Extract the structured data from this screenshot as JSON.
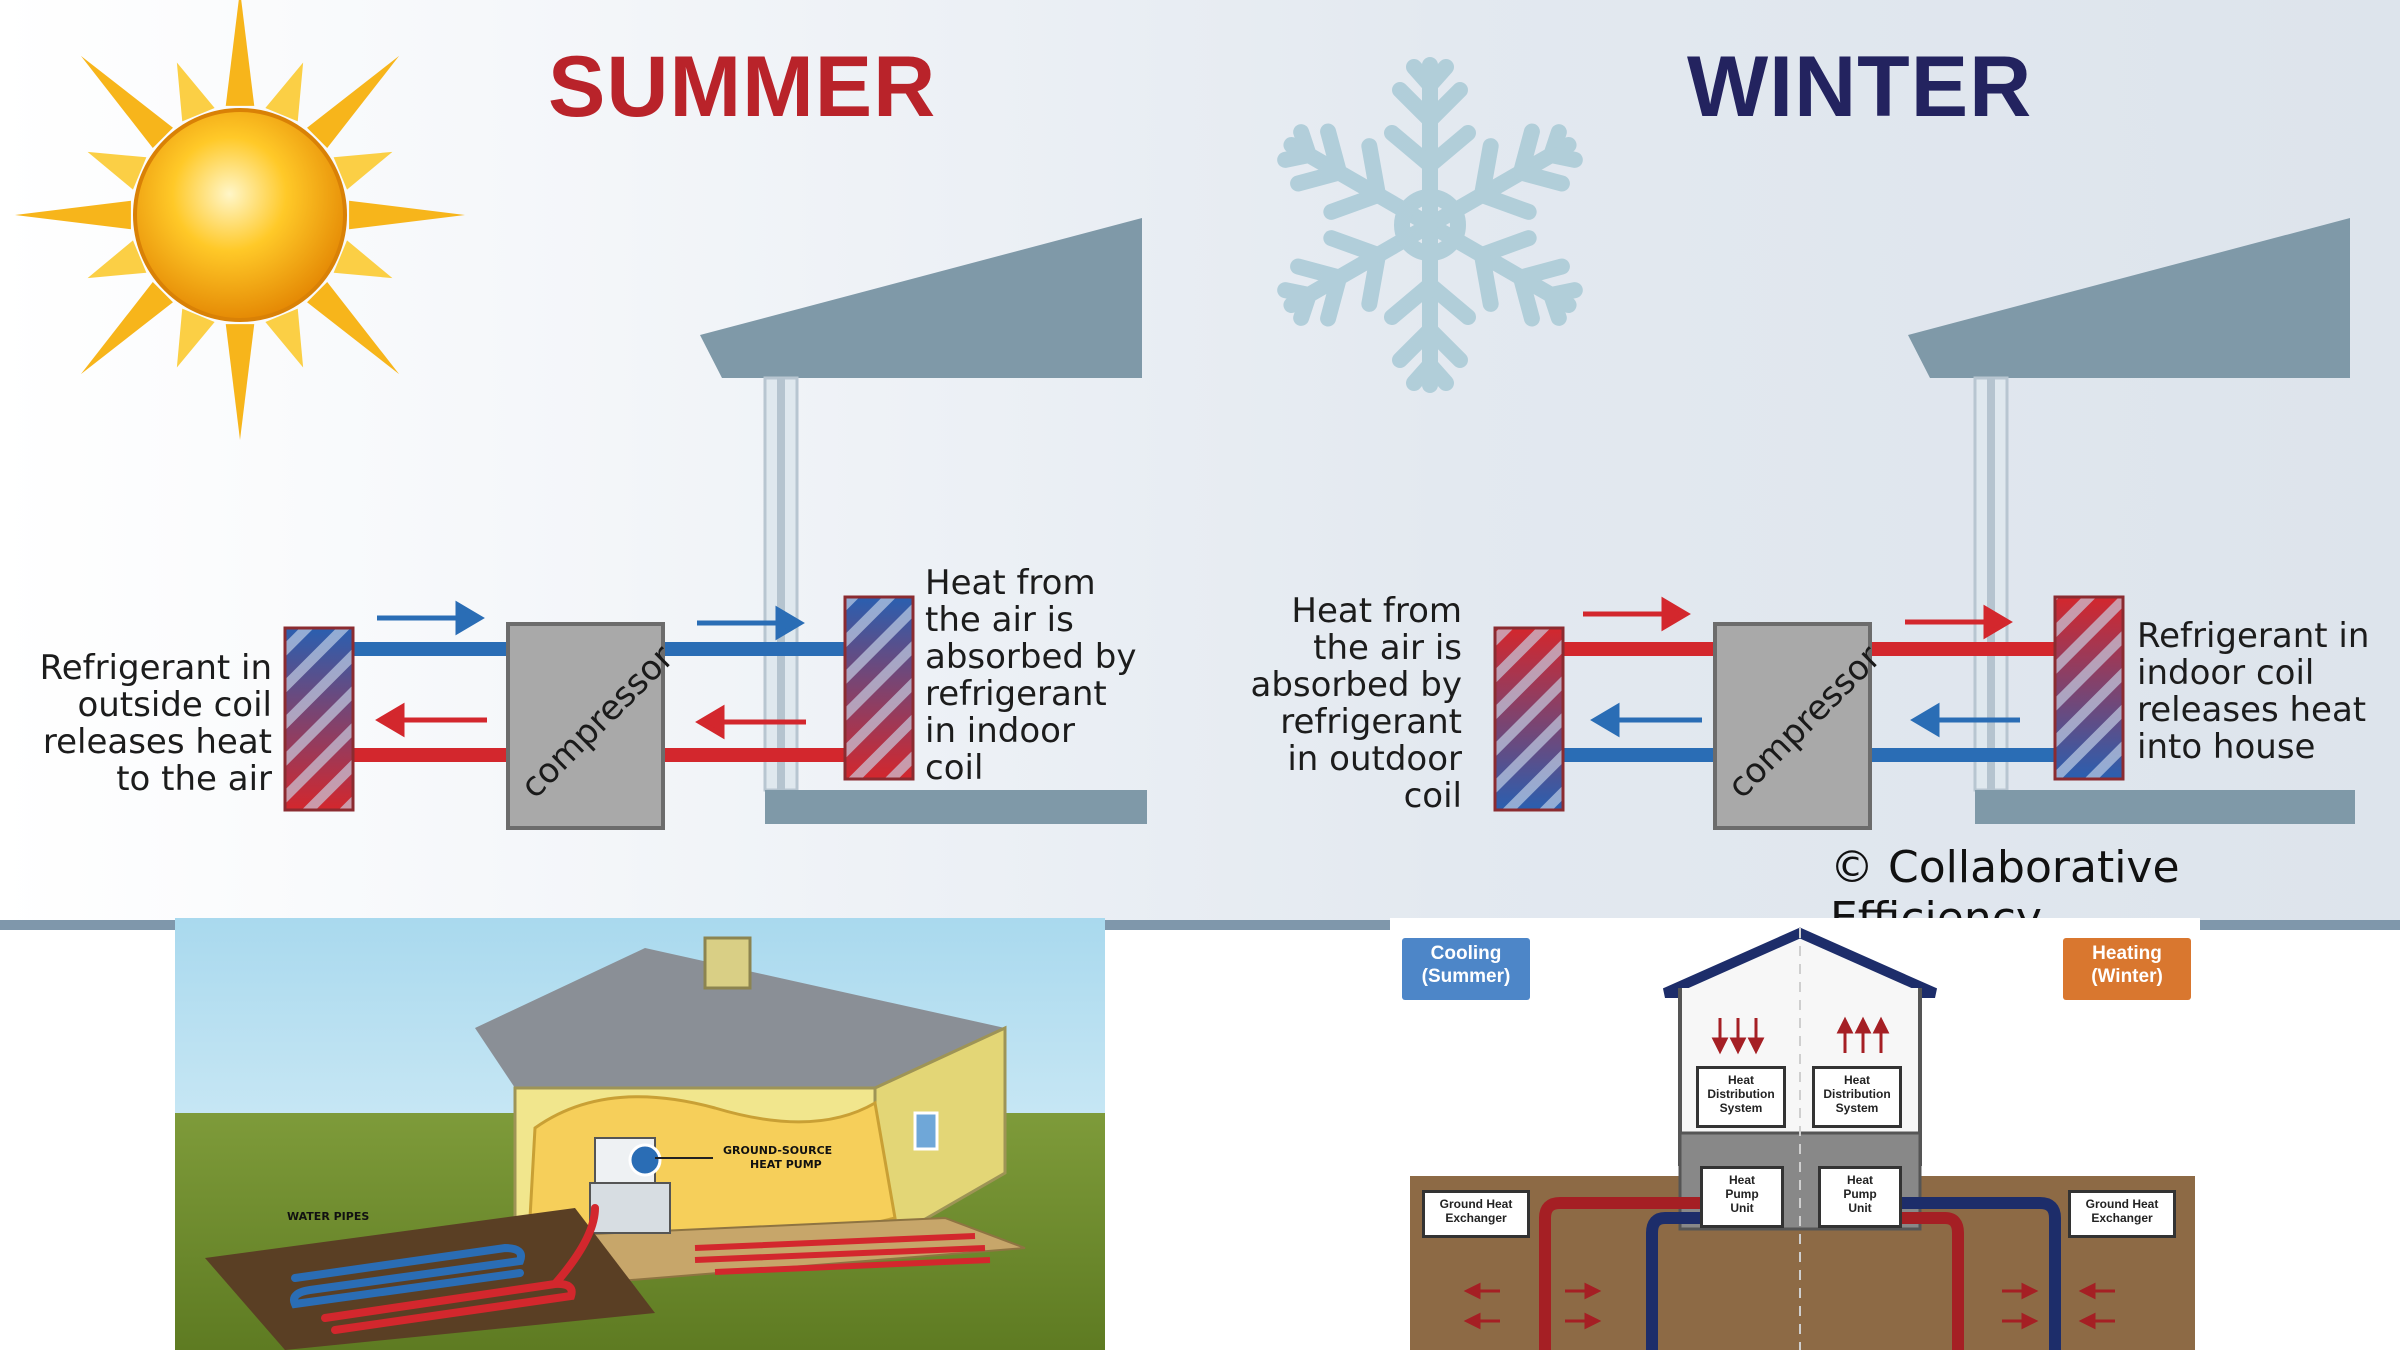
{
  "summer": {
    "title": "SUMMER",
    "title_color": "#b9232a",
    "compressor": "compressor",
    "outdoor_caption": "Refrigerant in\noutside coil\nreleases heat\nto the air",
    "indoor_caption": "Heat from\nthe air is\nabsorbed by\nrefrigerant\nin indoor\ncoil"
  },
  "winter": {
    "title": "WINTER",
    "title_color": "#23235f",
    "compressor": "compressor",
    "outdoor_caption": "Heat from\nthe air is\nabsorbed by\nrefrigerant\nin outdoor\ncoil",
    "indoor_caption": "Refrigerant in\nindoor coil\nreleases heat\ninto house"
  },
  "copyright": "© Collaborative Efficiency",
  "ground_illustration": {
    "water_pipes_label": "WATER PIPES",
    "heat_pump_label": "GROUND-SOURCE\nHEAT PUMP"
  },
  "geo_diagram": {
    "cooling_tag": "Cooling\n(Summer)",
    "heating_tag": "Heating\n(Winter)",
    "distribution_left": "Heat\nDistribution\nSystem",
    "distribution_right": "Heat\nDistribution\nSystem",
    "pump_left": "Heat\nPump\nUnit",
    "pump_right": "Heat\nPump\nUnit",
    "exchanger_left": "Ground Heat\nExchanger",
    "exchanger_right": "Ground Heat\nExchanger"
  },
  "colors": {
    "hot": "#d3272d",
    "cold": "#2a6db5",
    "roof": "#7f99a8",
    "compressor": "#a9a9a9",
    "cooling_tag": "#4d86c8",
    "heating_tag": "#d9772f"
  }
}
